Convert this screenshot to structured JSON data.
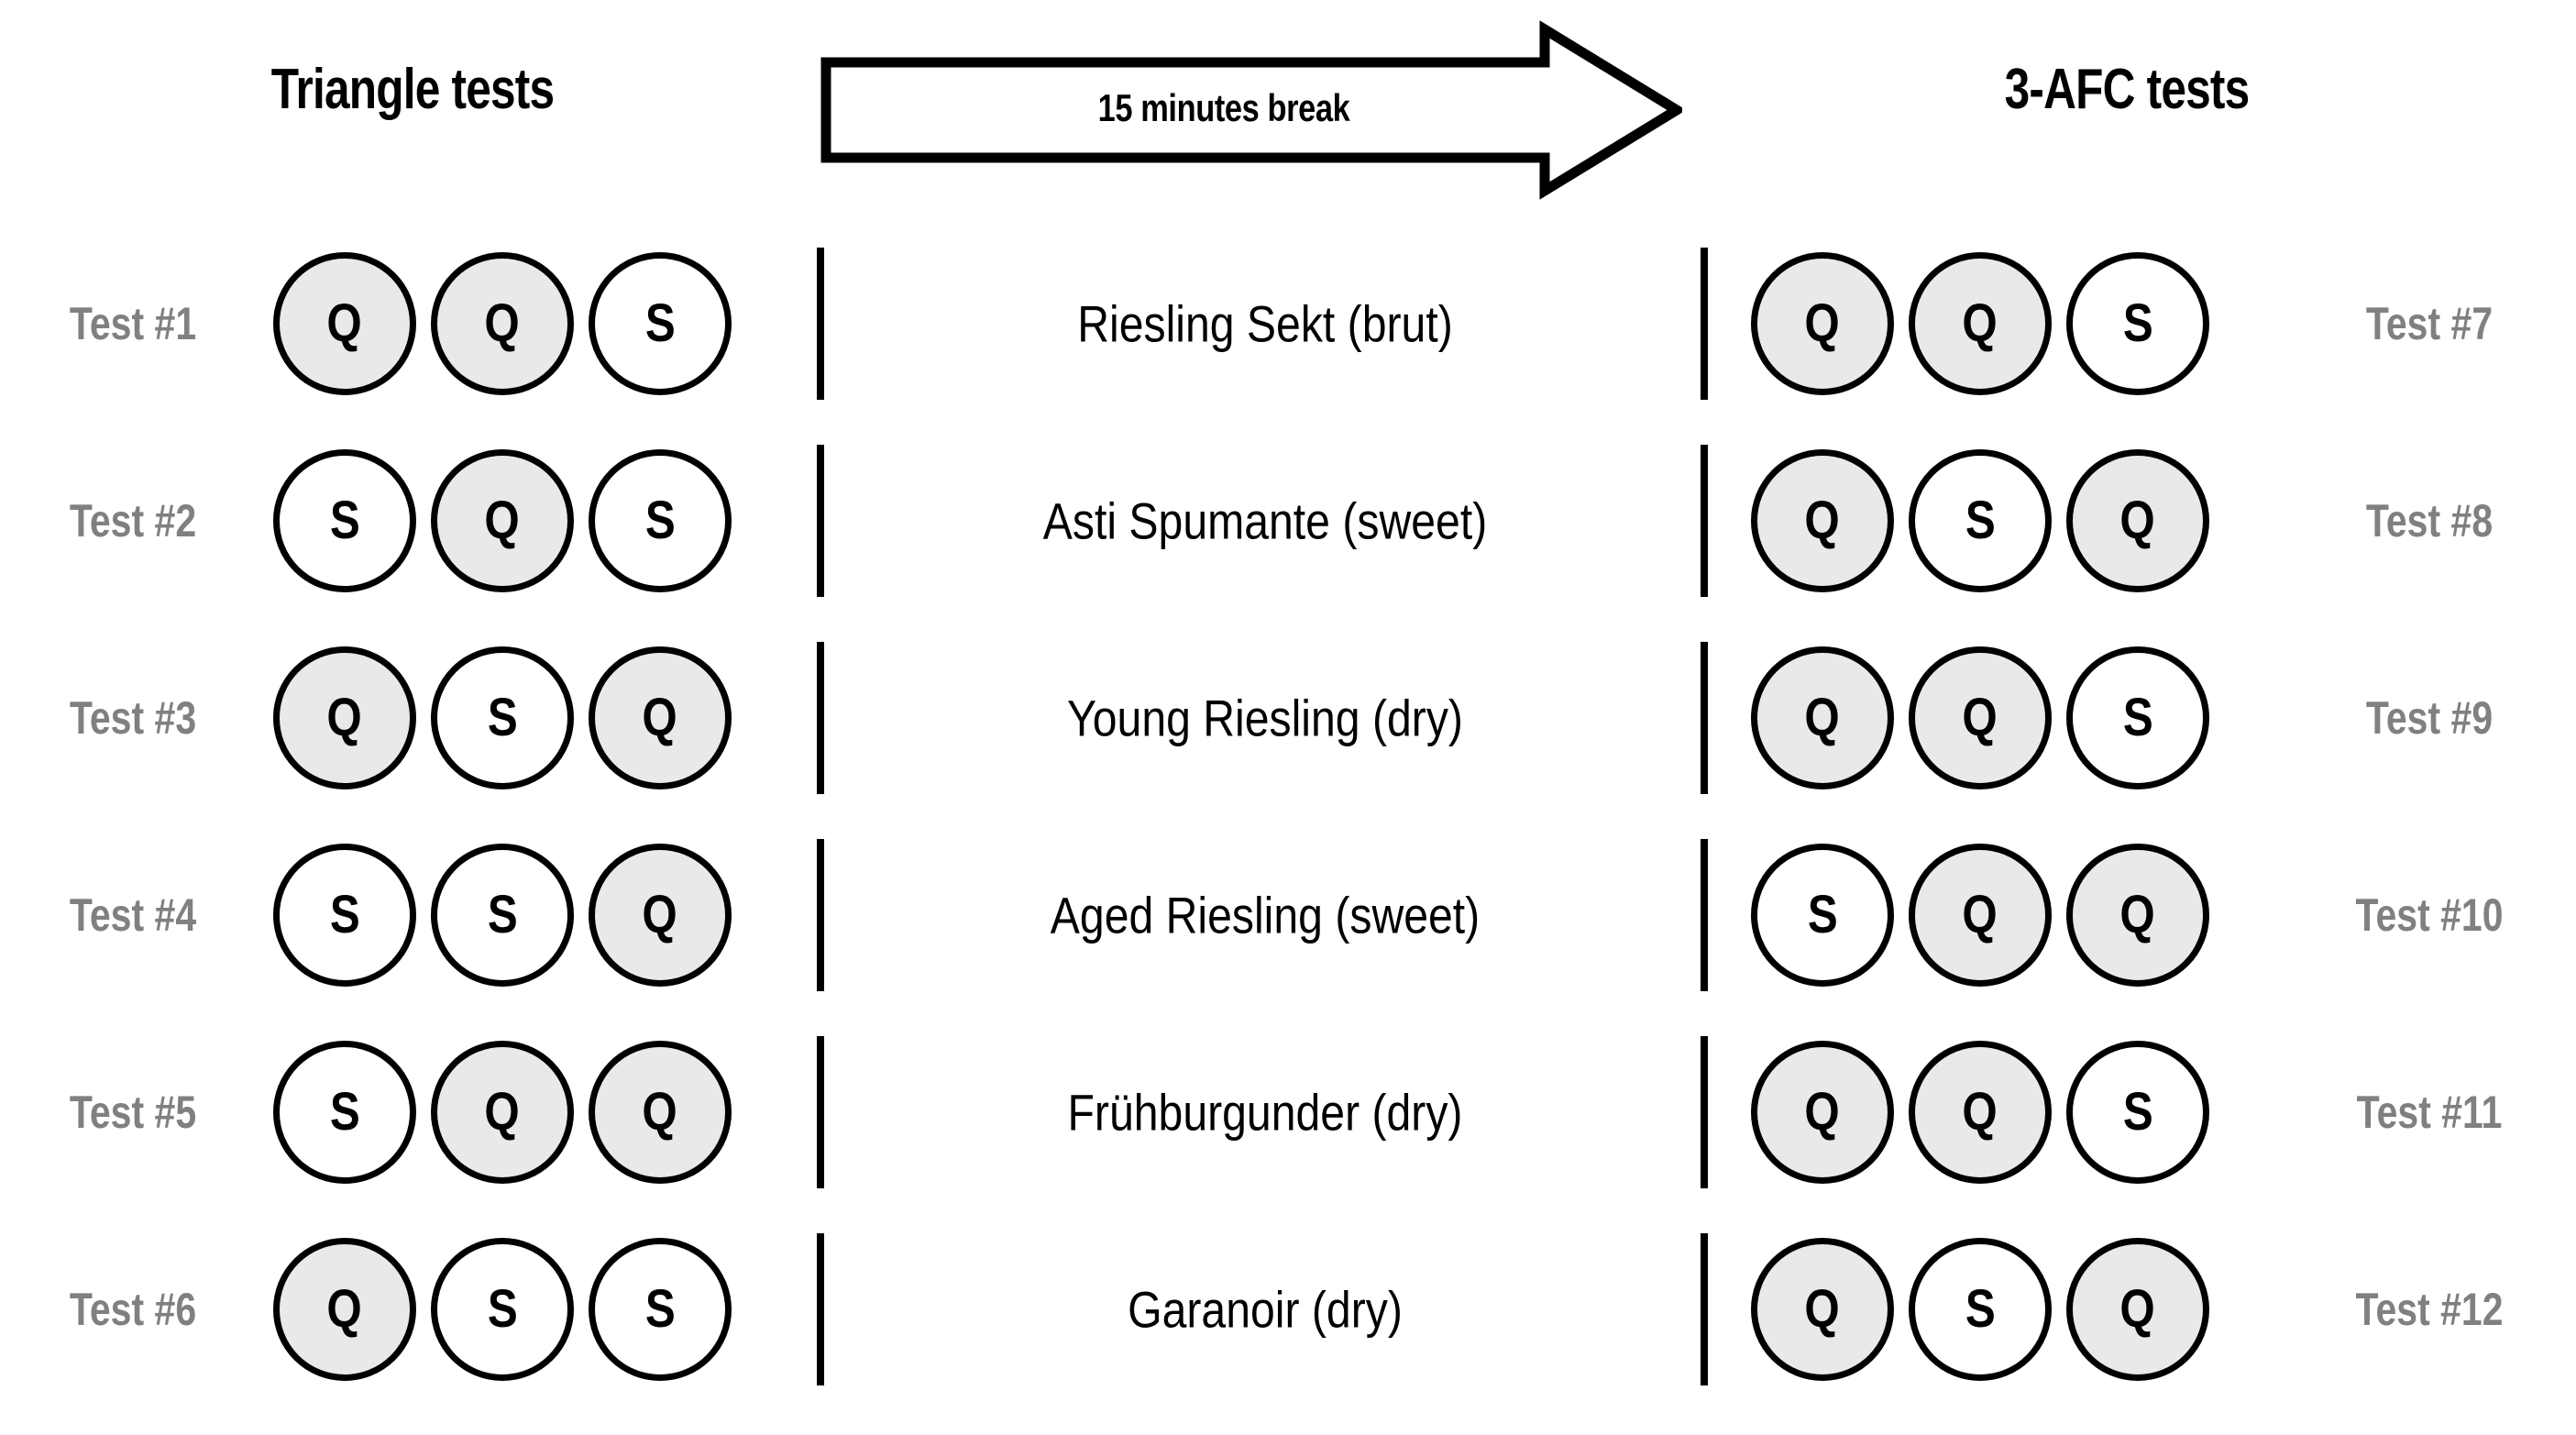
{
  "header": {
    "left_title": "Triangle tests",
    "right_title": "3-AFC tests",
    "break_label": "15 minutes break",
    "arrow_icon": "right-arrow-icon"
  },
  "colors": {
    "quinine_fill": "#e9e9e9",
    "sample_fill": "#ffffff",
    "outline": "#000000",
    "test_label": "#808080",
    "background": "#ffffff"
  },
  "legend": {
    "q_meaning": "Q",
    "s_meaning": "S"
  },
  "rows": [
    {
      "left_label": "Test #1",
      "left_circles": [
        "Q",
        "Q",
        "S"
      ],
      "wine": "Riesling Sekt (brut)",
      "right_circles": [
        "Q",
        "Q",
        "S"
      ],
      "right_label": "Test #7"
    },
    {
      "left_label": "Test #2",
      "left_circles": [
        "S",
        "Q",
        "S"
      ],
      "wine": "Asti Spumante (sweet)",
      "right_circles": [
        "Q",
        "S",
        "Q"
      ],
      "right_label": "Test #8"
    },
    {
      "left_label": "Test #3",
      "left_circles": [
        "Q",
        "S",
        "Q"
      ],
      "wine": "Young Riesling (dry)",
      "right_circles": [
        "Q",
        "Q",
        "S"
      ],
      "right_label": "Test #9"
    },
    {
      "left_label": "Test #4",
      "left_circles": [
        "S",
        "S",
        "Q"
      ],
      "wine": "Aged Riesling (sweet)",
      "right_circles": [
        "S",
        "Q",
        "Q"
      ],
      "right_label": "Test #10"
    },
    {
      "left_label": "Test #5",
      "left_circles": [
        "S",
        "Q",
        "Q"
      ],
      "wine": "Frühburgunder (dry)",
      "right_circles": [
        "Q",
        "Q",
        "S"
      ],
      "right_label": "Test #11"
    },
    {
      "left_label": "Test #6",
      "left_circles": [
        "Q",
        "S",
        "S"
      ],
      "wine": "Garanoir (dry)",
      "right_circles": [
        "Q",
        "S",
        "Q"
      ],
      "right_label": "Test #12"
    }
  ]
}
